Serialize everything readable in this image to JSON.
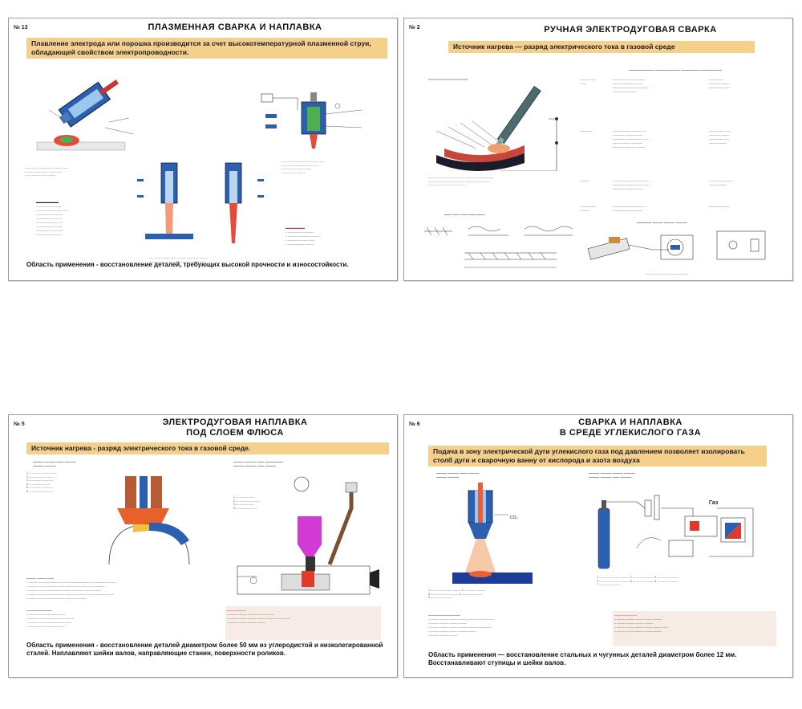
{
  "posters": [
    {
      "number": "№ 13",
      "title": "ПЛАЗМЕННАЯ СВАРКА И НАПЛАВКА",
      "band": "Плавление электрода или порошка производится за счет высокотемпературной плазменной струи, обладающей свойством электропроводности.",
      "footer": "Область применения - восстановление деталей, требующих высокой прочности и износостойкости."
    },
    {
      "number": "№ 2",
      "title": "РУЧНАЯ ЭЛЕКТРОДУГОВАЯ СВАРКА",
      "band": "Источник нагрева — разряд электрического тока в газовой среде"
    },
    {
      "number": "№ 5",
      "title_line1": "ЭЛЕКТРОДУГОВАЯ НАПЛАВКА",
      "title_line2": "ПОД СЛОЕМ ФЛЮСА",
      "band": "Источник нагрева - разряд электрического тока в газовой среде.",
      "footer": "Область применения - восстановление деталей диаметром более 50 мм из углеродистой и низколегированной сталей. Наплавляют шейки валов, направляющие станин, поверхности роликов."
    },
    {
      "number": "№ 6",
      "title_line1": "СВАРКА И НАПЛАВКА",
      "title_line2": "В СРЕДЕ УГЛЕКИСЛОГО ГАЗА",
      "band": "Подача в зону электрической дуги углекислого газа под давлением позволяет изолировать столб дуги и сварочную ванну от кислорода и азота воздуха",
      "footer": "Область применения — восстановление стальных и чугунных деталей диаметром более 12 мм. Восстанавливают ступицы и шейки валов.",
      "gas_label": "Газ"
    }
  ]
}
